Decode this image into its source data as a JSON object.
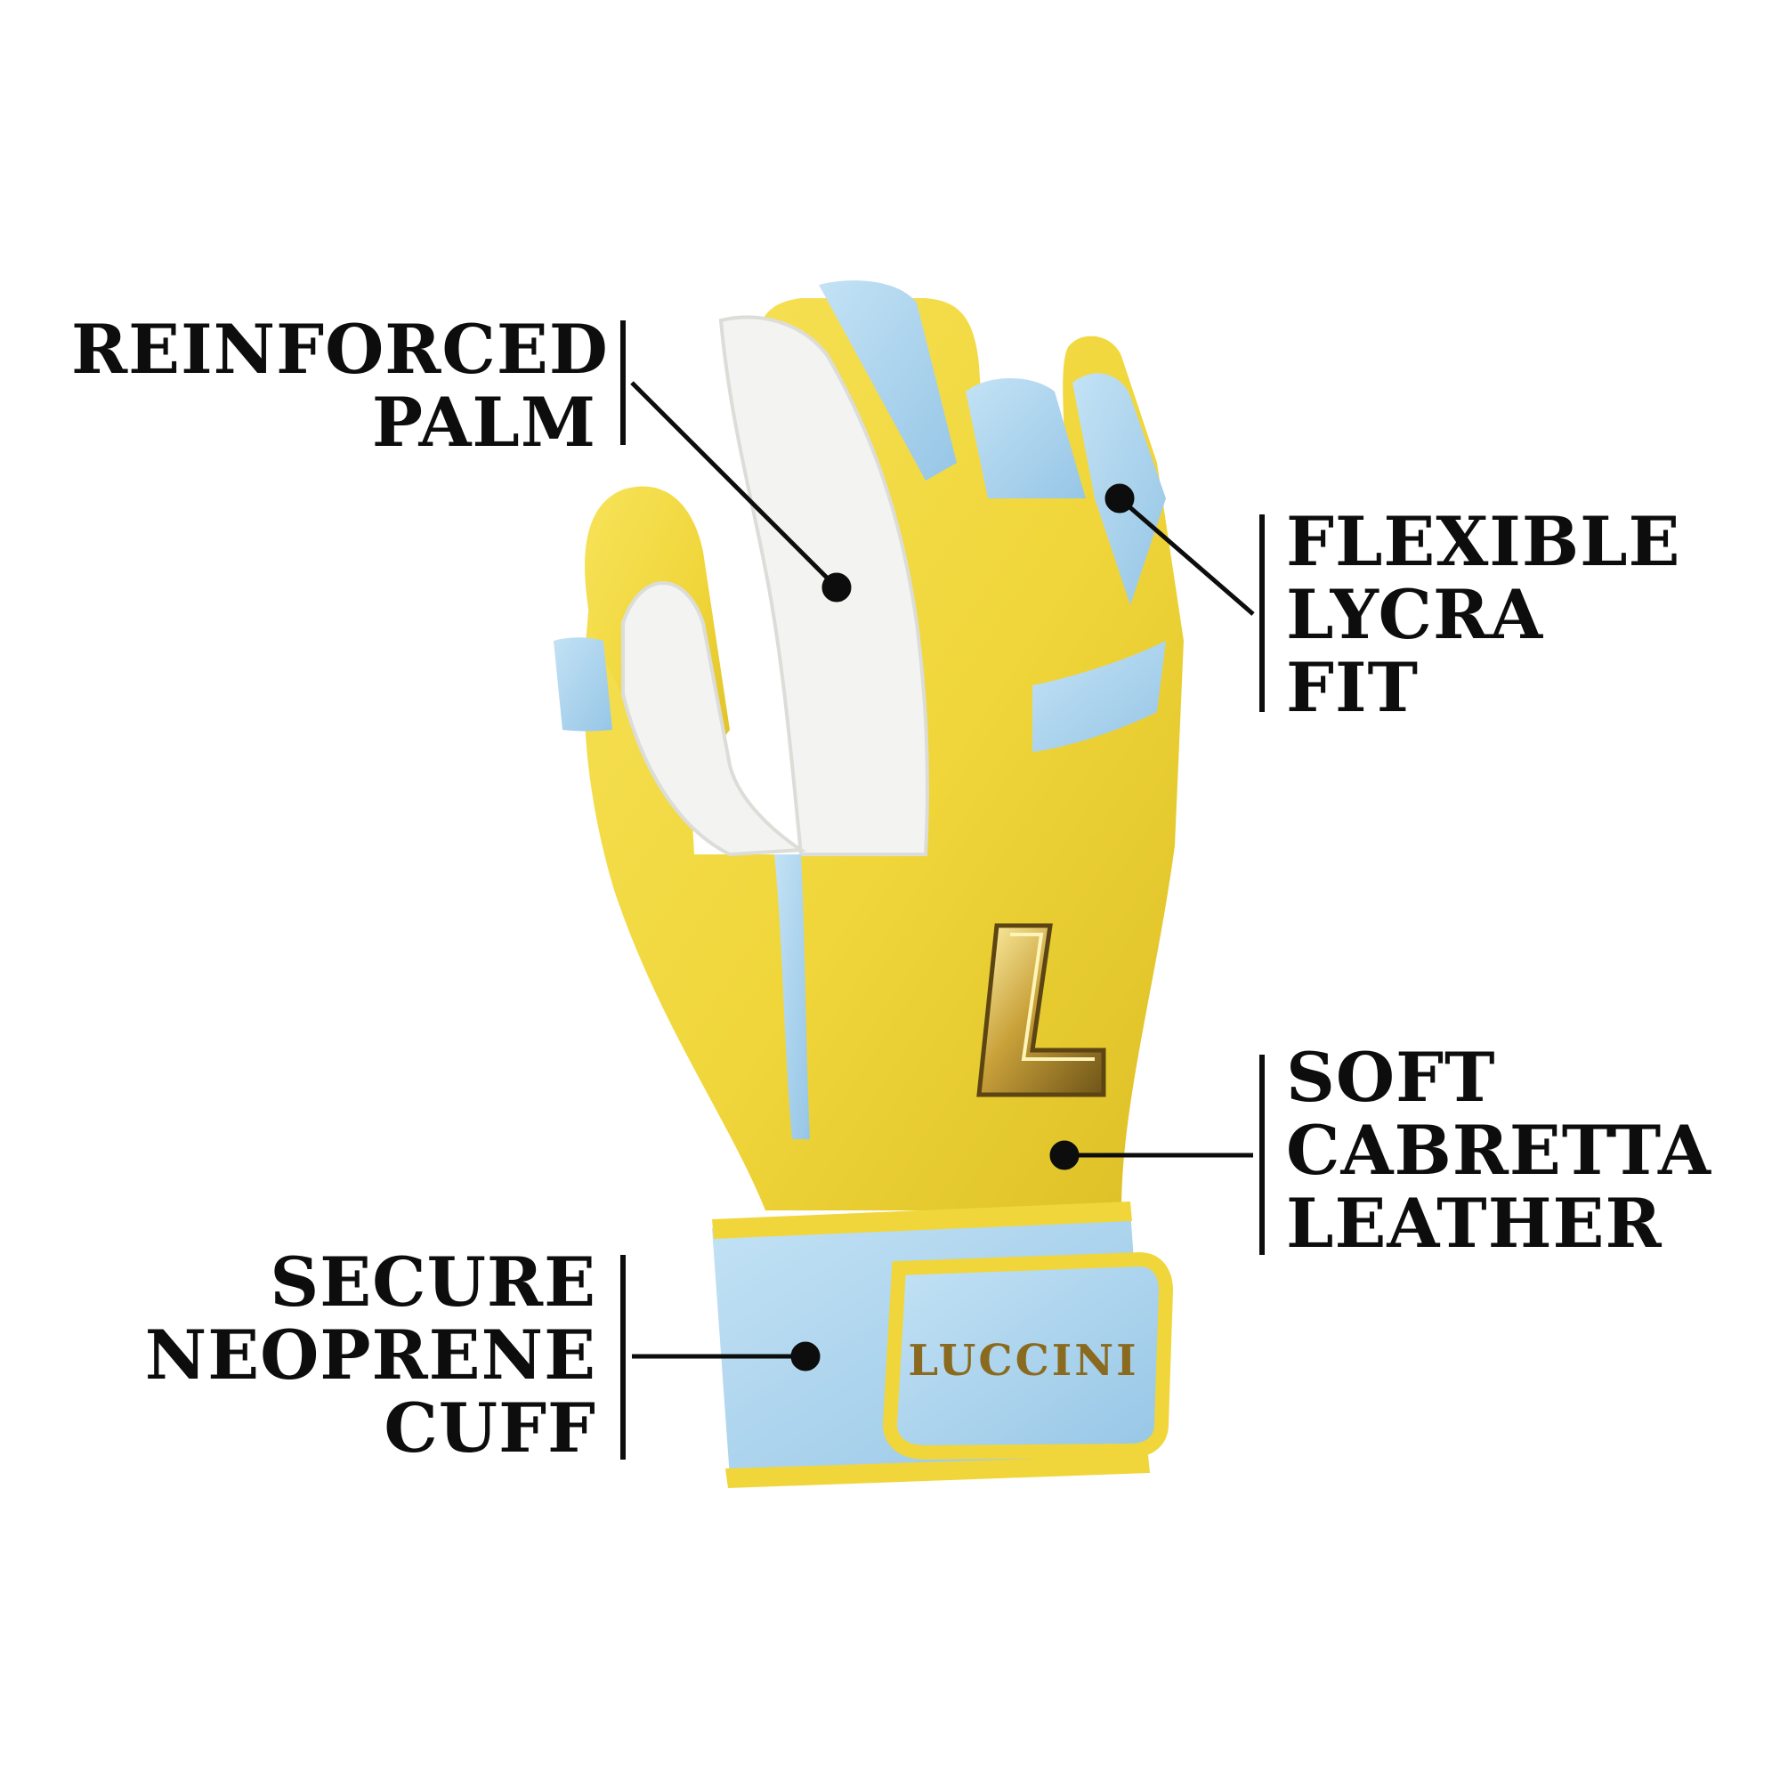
{
  "image": {
    "background": "#ffffff",
    "colors": {
      "leather_yellow": "#f0d63a",
      "lycra_blue": "#a9d3ee",
      "palm_white": "#f3f3f1",
      "logo_gold": "#caa43a",
      "ink": "#0d0d0d"
    }
  },
  "callouts": {
    "palm": {
      "lines": [
        "REINFORCED",
        "PALM"
      ]
    },
    "lycra": {
      "lines": [
        "FLEXIBLE",
        "LYCRA",
        "FIT"
      ]
    },
    "leather": {
      "lines": [
        "SOFT",
        "CABRETTA",
        "LEATHER"
      ]
    },
    "cuff": {
      "lines": [
        "SECURE",
        "NEOPRENE",
        "CUFF"
      ]
    }
  },
  "product": {
    "logo_letter": "L",
    "cuff_brand": "LUCCINI"
  }
}
